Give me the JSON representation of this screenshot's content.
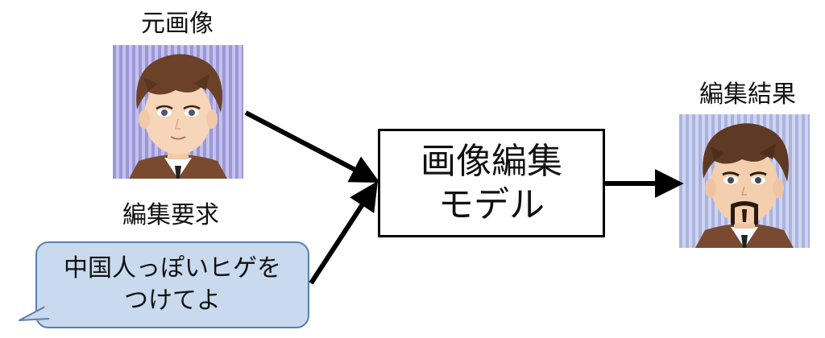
{
  "original_image": {
    "label": "元画像",
    "icon": "boy-avatar-icon"
  },
  "edit_request": {
    "label": "編集要求",
    "bubble_lines": [
      "中国人っぽいヒゲを",
      "つけてよ"
    ],
    "bubble_fill": "#c9d9ee",
    "bubble_border": "#5b7fad"
  },
  "model": {
    "lines": [
      "画像編集",
      "モデル"
    ]
  },
  "result": {
    "label": "編集結果",
    "icon": "boy-avatar-with-mustache-icon"
  },
  "arrows": [
    "original-to-model",
    "request-to-model",
    "model-to-result"
  ]
}
